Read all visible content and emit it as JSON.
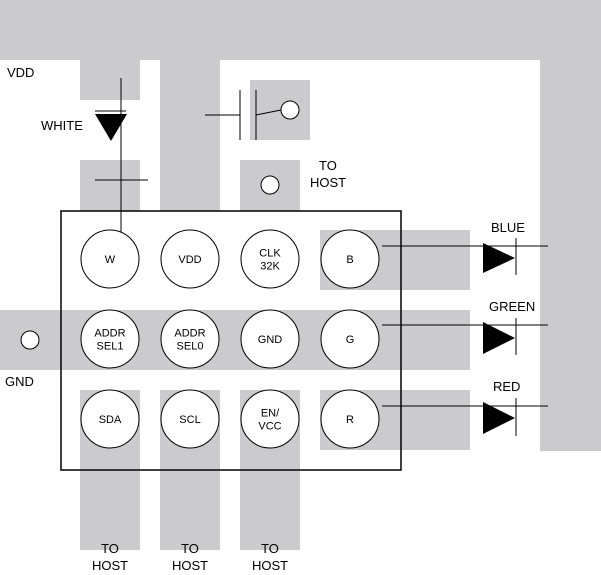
{
  "labels": {
    "vdd": "VDD",
    "gnd": "GND",
    "white": "WHITE",
    "blue": "BLUE",
    "green": "GREEN",
    "red": "RED",
    "to_host_clk": [
      "TO",
      "HOST"
    ],
    "to_host_bottom": [
      [
        "TO",
        "HOST"
      ],
      [
        "TO",
        "HOST"
      ],
      [
        "TO",
        "HOST"
      ]
    ]
  },
  "pads": [
    [
      "W"
    ],
    [
      "VDD"
    ],
    [
      "CLK",
      "32K"
    ],
    [
      "B"
    ],
    [
      "ADDR",
      "SEL1"
    ],
    [
      "ADDR",
      "SEL0"
    ],
    [
      "GND"
    ],
    [
      "G"
    ],
    [
      "SDA"
    ],
    [
      "SCL"
    ],
    [
      "EN/",
      "VCC"
    ],
    [
      "R"
    ]
  ],
  "colors": {
    "copper": "#cbcbcd",
    "outline": "#000000",
    "pad_fill": "#ffffff"
  }
}
